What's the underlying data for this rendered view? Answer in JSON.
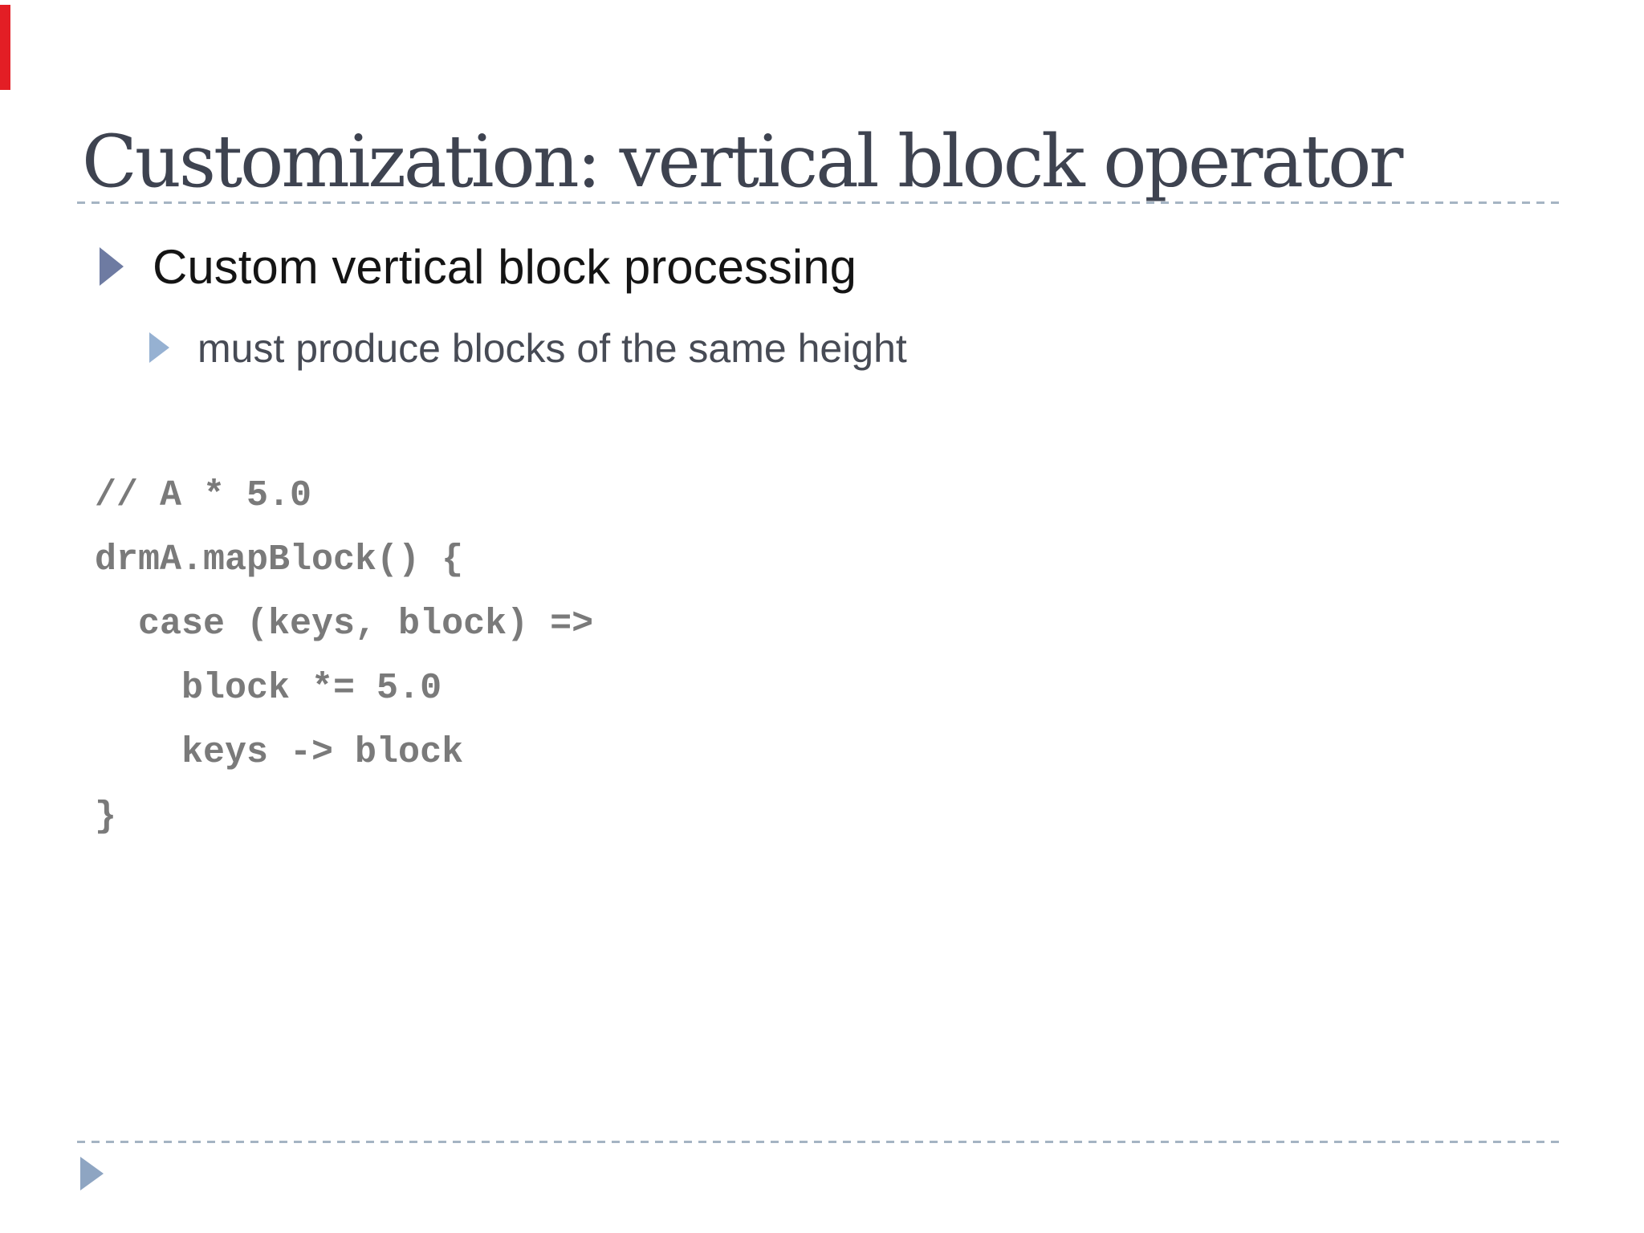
{
  "slide": {
    "title": "Customization: vertical block operator",
    "bullets": {
      "level1": {
        "text": "Custom vertical block processing"
      },
      "level2": {
        "text": "must produce blocks of the same height"
      }
    },
    "code": {
      "lines": [
        "// A * 5.0",
        "drmA.mapBlock() {",
        "  case (keys, block) =>",
        "    block *= 5.0",
        "    keys -> block",
        "}"
      ]
    }
  },
  "colors": {
    "background": "#ffffff",
    "title-color": "#3e4350",
    "rule-color": "#a5b4c3",
    "bullet1-color": "#141414",
    "bullet2-color": "#474b55",
    "code-color": "#7a7a7a",
    "bullet1-triangle": "#6e7ba2",
    "bullet2-triangle": "#96b1d2",
    "footer-triangle": "#8ea5c2",
    "red-marker": "#e31e25"
  }
}
